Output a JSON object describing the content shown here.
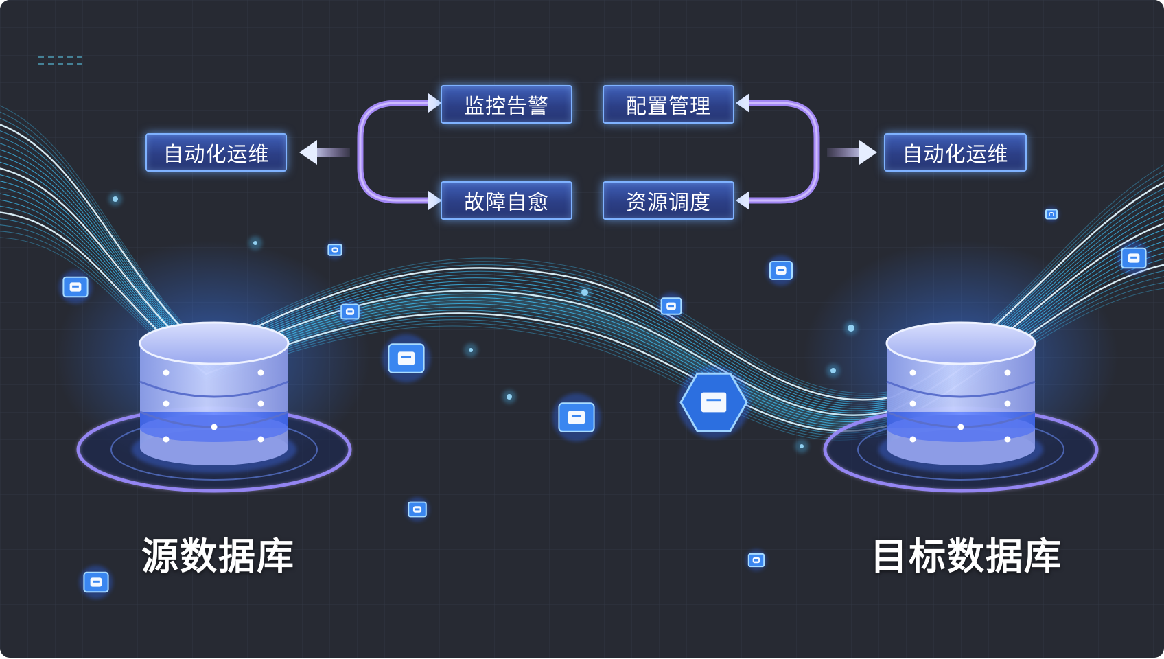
{
  "diagram": {
    "left_output": "自动化运维",
    "right_output": "自动化运维",
    "cycle": {
      "top_left": "监控告警",
      "top_right": "配置管理",
      "bottom_left": "故障自愈",
      "bottom_right": "资源调度"
    },
    "source_db": "源数据库",
    "target_db": "目标数据库"
  },
  "colors": {
    "background": "#272a33",
    "panel_edge": "#ffffff",
    "stream": "#3fc8ff",
    "stream_bright": "#dff6ff",
    "cycle_arrow": "#a98cff",
    "box_fill": "#2f4590",
    "box_border": "#7fb2ff",
    "db_body": "#a9b8f5",
    "db_ring": "#8d7cff"
  }
}
